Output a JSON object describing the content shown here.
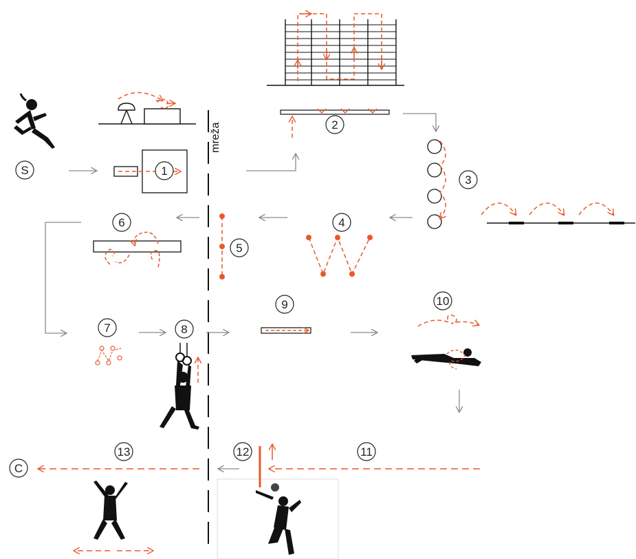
{
  "start_label": "S",
  "finish_label": "C",
  "net_label": "mreža",
  "stations": [
    "1",
    "2",
    "3",
    "4",
    "5",
    "6",
    "7",
    "8",
    "9",
    "10",
    "11",
    "12",
    "13"
  ],
  "colors": {
    "accent": "#e8592b",
    "ink": "#111111",
    "arrow_gray": "#8a8a8a"
  }
}
